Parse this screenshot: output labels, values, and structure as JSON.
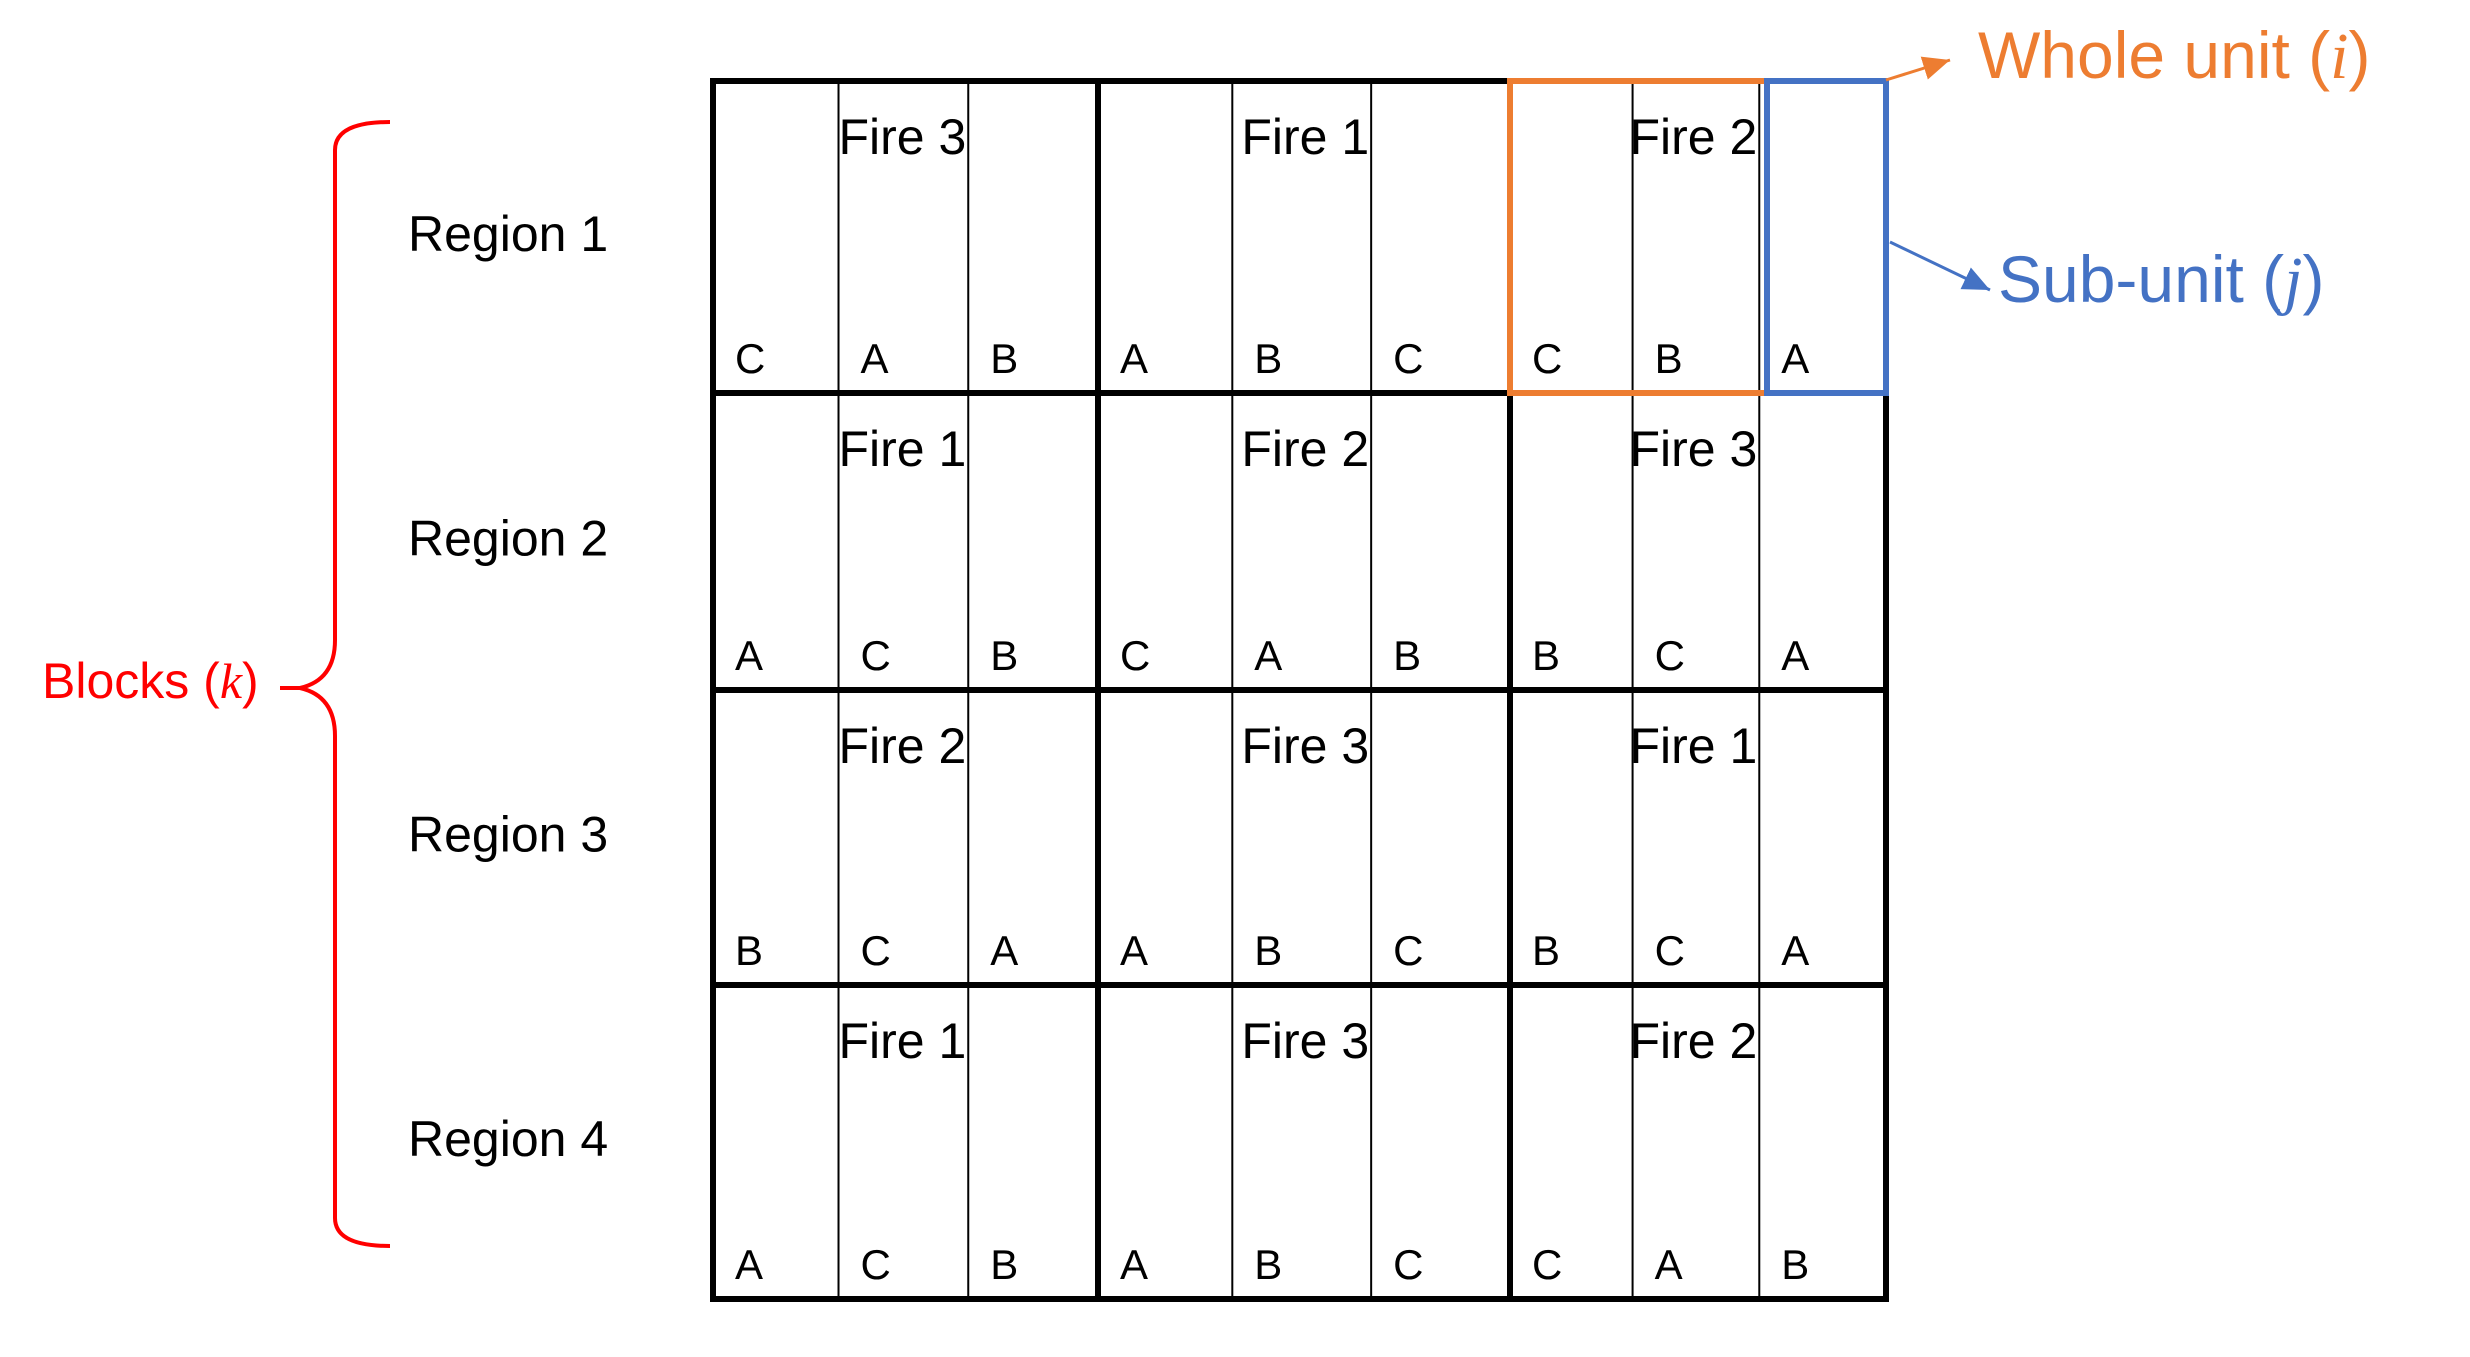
{
  "colors": {
    "grid": "#000000",
    "blocks": "#ff0000",
    "whole_unit": "#ed7d31",
    "sub_unit": "#4472c4"
  },
  "annotations": {
    "blocks": {
      "text": "Blocks (",
      "var": "k",
      "close": ")"
    },
    "whole_unit": {
      "text": "Whole unit (",
      "var": "i",
      "close": ")"
    },
    "sub_unit": {
      "text": "Sub-unit (",
      "var": "j",
      "close": ")"
    }
  },
  "regions": [
    {
      "label": "Region 1",
      "units": [
        {
          "fire": "Fire 3",
          "subs": [
            "C",
            "A",
            "B"
          ]
        },
        {
          "fire": "Fire 1",
          "subs": [
            "A",
            "B",
            "C"
          ]
        },
        {
          "fire": "Fire 2",
          "subs": [
            "C",
            "B",
            "A"
          ]
        }
      ]
    },
    {
      "label": "Region 2",
      "units": [
        {
          "fire": "Fire 1",
          "subs": [
            "A",
            "C",
            "B"
          ]
        },
        {
          "fire": "Fire 2",
          "subs": [
            "C",
            "A",
            "B"
          ]
        },
        {
          "fire": "Fire 3",
          "subs": [
            "B",
            "C",
            "A"
          ]
        }
      ]
    },
    {
      "label": "Region 3",
      "units": [
        {
          "fire": "Fire 2",
          "subs": [
            "B",
            "C",
            "A"
          ]
        },
        {
          "fire": "Fire 3",
          "subs": [
            "A",
            "B",
            "C"
          ]
        },
        {
          "fire": "Fire 1",
          "subs": [
            "B",
            "C",
            "A"
          ]
        }
      ]
    },
    {
      "label": "Region 4",
      "units": [
        {
          "fire": "Fire 1",
          "subs": [
            "A",
            "C",
            "B"
          ]
        },
        {
          "fire": "Fire 3",
          "subs": [
            "A",
            "B",
            "C"
          ]
        },
        {
          "fire": "Fire 2",
          "subs": [
            "C",
            "A",
            "B"
          ]
        }
      ]
    }
  ]
}
